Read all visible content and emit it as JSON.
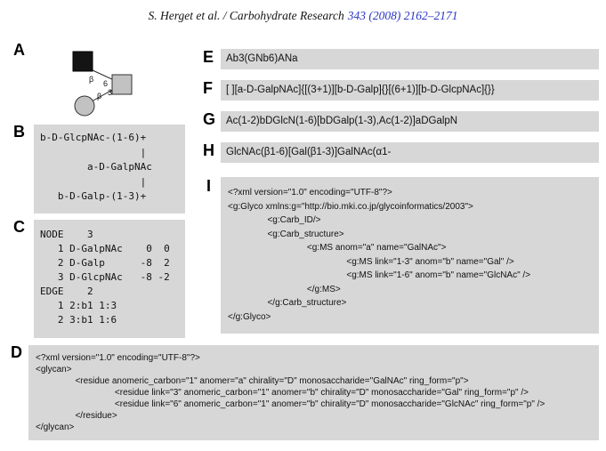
{
  "header": {
    "running_head": "S. Herget et al. / Carbohydrate Research",
    "citation": "343 (2008) 2162–2171"
  },
  "colors": {
    "box_bg": "#d7d7d7",
    "citation_link": "#2a35c4",
    "symbol_gray": "#c2c2c2",
    "symbol_black": "#141414"
  },
  "panels": {
    "a": {
      "label": "A",
      "diagram": {
        "upper_anomer": "β",
        "upper_position": "6",
        "lower_anomer": "β",
        "lower_position": "3"
      }
    },
    "b": {
      "label": "B",
      "text": "b-D-GlcpNAc-(1-6)+\n                 |\n        a-D-GalpNAc\n                 |\n   b-D-Galp-(1-3)+"
    },
    "c": {
      "label": "C",
      "text": "NODE    3\n   1 D-GalpNAc    0  0\n   2 D-Galp      -8  2\n   3 D-GlcpNAc   -8 -2\nEDGE    2\n   1 2:b1 1:3\n   2 3:b1 1:6"
    },
    "d": {
      "label": "D",
      "text": "<?xml version=\"1.0\" encoding=\"UTF-8\"?>\n<glycan>\n                <residue anomeric_carbon=\"1\" anomer=\"a\" chirality=\"D\" monosaccharide=\"GalNAc\" ring_form=\"p\">\n                                <residue link=\"3\" anomeric_carbon=\"1\" anomer=\"b\" chirality=\"D\" monosaccharide=\"Gal\" ring_form=\"p\" />\n                                <residue link=\"6\" anomeric_carbon=\"1\" anomer=\"b\" chirality=\"D\" monosaccharide=\"GlcNAc\" ring_form=\"p\" />\n                </residue>\n</glycan>"
    },
    "e": {
      "label": "E",
      "text": "Ab3(GNb6)ANa"
    },
    "f": {
      "label": "F",
      "text": "[ ][a-D-GalpNAc]{[(3+1)][b-D-Galp]{}[(6+1)][b-D-GlcpNAc]{}}"
    },
    "g": {
      "label": "G",
      "text": "Ac(1-2)bDGlcN(1-6)[bDGalp(1-3),Ac(1-2)]aDGalpN"
    },
    "h": {
      "label": "H",
      "text": "GlcNAc(β1-6)[Gal(β1-3)]GalNAc(α1-"
    },
    "i": {
      "label": "I",
      "text": "<?xml version=\"1.0\" encoding=\"UTF-8\"?>\n<g:Glyco xmlns:g=\"http://bio.mki.co.jp/glycoinformatics/2003\">\n                <g:Carb_ID/>\n                <g:Carb_structure>\n                                <g:MS anom=\"a\" name=\"GalNAc\">\n                                                <g:MS link=\"1-3\" anom=\"b\" name=\"Gal\" />\n                                                <g:MS link=\"1-6\" anom=\"b\" name=\"GlcNAc\" />\n                                </g:MS>\n                </g:Carb_structure>\n</g:Glyco>"
    }
  }
}
